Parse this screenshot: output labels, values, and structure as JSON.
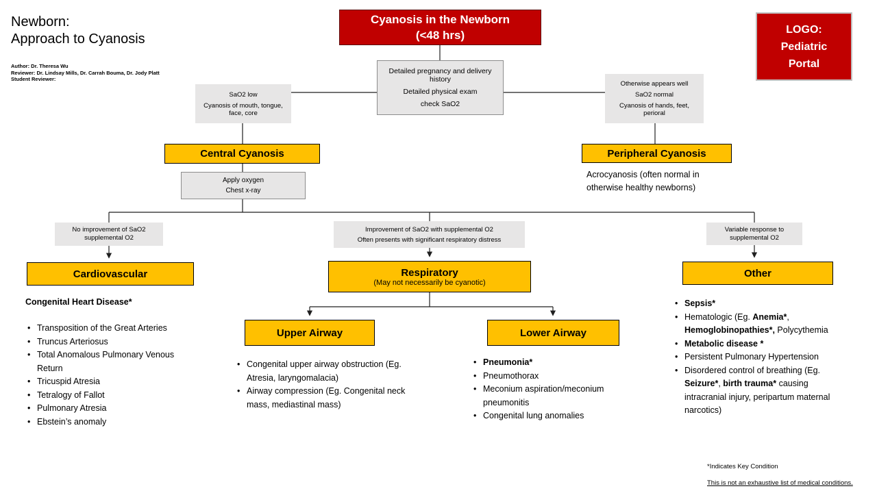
{
  "colors": {
    "red": "#C00000",
    "orange": "#FFC000",
    "gray": "#E7E6E6"
  },
  "header": {
    "title_line1": "Newborn:",
    "title_line2": "Approach to Cyanosis",
    "credits": [
      "Author: Dr. Theresa Wu",
      "Reviewer: Dr. Lindsay Mills, Dr. Carrah Bouma, Dr. Jody Platt",
      "Student Reviewer:"
    ]
  },
  "logo": {
    "lines": [
      "LOGO:",
      "Pediatric",
      "Portal"
    ]
  },
  "flow": {
    "root": {
      "line1": "Cyanosis in the Newborn",
      "line2": "(<48 hrs)"
    },
    "assessment": {
      "lines": [
        "Detailed pregnancy and delivery history",
        "Detailed physical exam",
        "check SaO2"
      ]
    },
    "central_criteria": {
      "lines": [
        "SaO2 low",
        "Cyanosis of mouth, tongue, face, core"
      ]
    },
    "peripheral_criteria": {
      "lines": [
        "Otherwise appears well",
        "SaO2 normal",
        "Cyanosis of hands, feet, perioral"
      ]
    },
    "central_label": "Central Cyanosis",
    "peripheral_label": "Peripheral Cyanosis",
    "peripheral_note": "Acrocyanosis (often normal in otherwise healthy newborns)",
    "management": {
      "lines": [
        "Apply oxygen",
        "Chest x-ray"
      ]
    },
    "cardio_note": "No improvement of SaO2 supplemental O2",
    "resp_note": {
      "lines": [
        "Improvement of SaO2 with supplemental O2",
        "Often presents with significant respiratory distress"
      ]
    },
    "other_note": "Variable response to supplemental O2",
    "cardio_label": "Cardiovascular",
    "resp_label": "Respiratory",
    "resp_sub": "(May not necessarily be cyanotic)",
    "other_label": "Other",
    "upper_label": "Upper Airway",
    "lower_label": "Lower Airway"
  },
  "cardio_list": {
    "header": "Congenital Heart Disease*",
    "items": [
      "Transposition of the Great Arteries",
      "Truncus Arteriosus",
      "Total Anomalous Pulmonary Venous Return",
      "Tricuspid Atresia",
      "Tetralogy of Fallot",
      "Pulmonary Atresia",
      "Ebstein’s anomaly"
    ]
  },
  "upper_list": {
    "items": [
      "Congenital upper airway obstruction (Eg. Atresia, laryngomalacia)",
      "Airway compression (Eg. Congenital neck mass, mediastinal mass)"
    ]
  },
  "lower_list": {
    "items": [
      {
        "bold": "Pneumonia*"
      },
      {
        "text": "Pneumothorax"
      },
      {
        "text": "Meconium aspiration/meconium pneumonitis"
      },
      {
        "text": "Congenital lung anomalies"
      }
    ]
  },
  "other_list": {
    "items": [
      {
        "bold": "Sepsis*"
      },
      {
        "t0": "Hematologic (Eg. ",
        "b1": "Anemia*",
        "t2": ", ",
        "b3": "Hemoglobinopathies*,",
        "t4": " Polycythemia"
      },
      {
        "bold": "Metabolic disease *"
      },
      {
        "text": "Persistent Pulmonary Hypertension"
      },
      {
        "t0": "Disordered control of breathing (Eg. ",
        "b1": "Seizure*",
        "t2": ", ",
        "b3": "birth trauma*",
        "t4": " causing intracranial injury, peripartum maternal narcotics)"
      }
    ]
  },
  "footer": {
    "key_note": "*Indicates Key Condition",
    "disclaimer": "This is not an exhaustive list of medical conditions."
  }
}
